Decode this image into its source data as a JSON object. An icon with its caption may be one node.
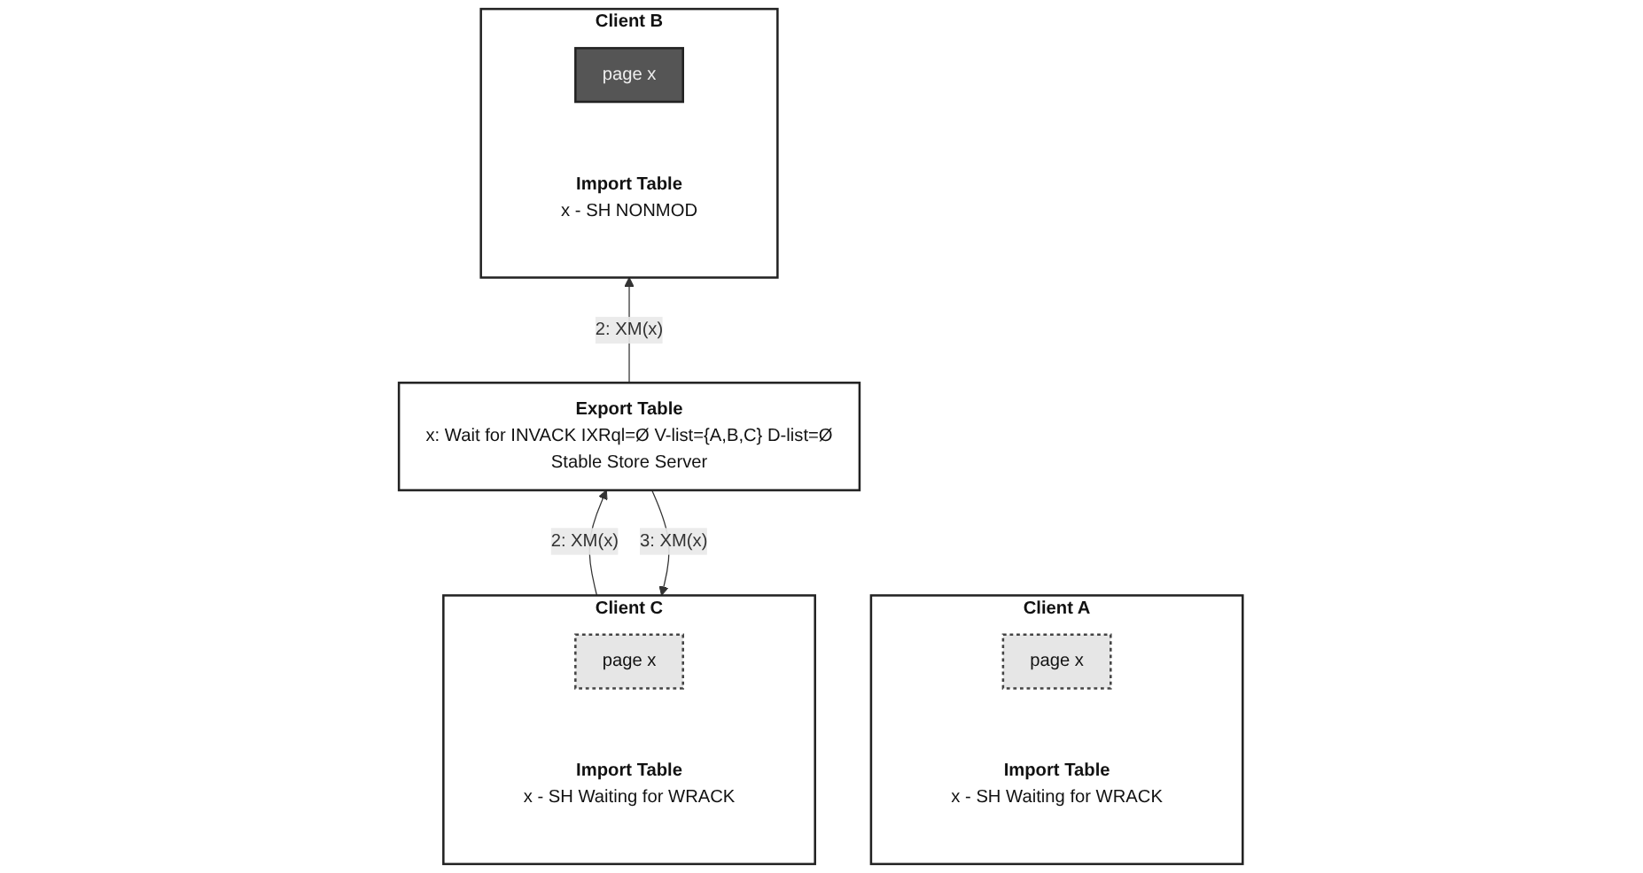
{
  "diagram": {
    "nodes": [
      {
        "text": [
          "Client A",
          "Import Table",
          "x - SH Waiting for WRACK"
        ]
      },
      {
        "text": [
          "page x"
        ],
        "in": 0
      },
      {
        "text": [
          "Client B",
          "Import Table",
          "x - SH NONMOD"
        ]
      },
      {
        "text": [
          "page x"
        ],
        "in": 2
      },
      {
        "text": [
          "Client C",
          "Import Table",
          "x - SH Waiting for WRACK"
        ]
      },
      {
        "text": [
          "page x"
        ],
        "in": 4
      },
      {
        "text": [
          "Export Table",
          "x: Wait for INVACK IXRql=Ø V-list={A,B,C} D-list=Ø",
          "Stable Store Server"
        ]
      }
    ],
    "edges": [
      {
        "from": 6,
        "to": 2,
        "arrow": "to",
        "label": "2: XM(x)"
      },
      {
        "from": 6,
        "to": 4,
        "arrow": "to",
        "label": "3: XM(x)"
      },
      {
        "from": 4,
        "to": 6,
        "arrow": "to",
        "label": "2: XM(x)"
      }
    ]
  }
}
